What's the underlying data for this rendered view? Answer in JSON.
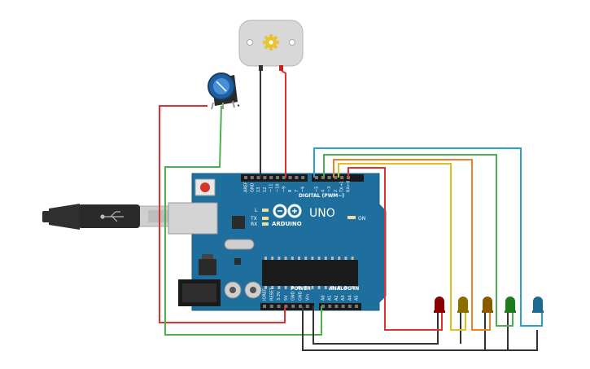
{
  "board": {
    "brand": "ARDUINO",
    "model": "UNO",
    "digital_label": "DIGITAL (PWM~)",
    "power_label": "POWER",
    "analog_label": "ANALOG IN",
    "on_label": "ON",
    "led_l": "L",
    "led_tx": "TX",
    "led_rx": "RX",
    "digital_pins": [
      "AREF",
      "GND",
      "13",
      "12",
      "~11",
      "~10",
      "~9",
      "8",
      "7",
      "~6",
      "~5",
      "4",
      "~3",
      "2",
      "TX→1",
      "RX←0"
    ],
    "power_pins": [
      "IOREF",
      "RESET",
      "3.3V",
      "5V",
      "GND",
      "GND",
      "Vin"
    ],
    "analog_pins": [
      "A0",
      "A1",
      "A2",
      "A3",
      "A4",
      "A5"
    ]
  },
  "components": {
    "motor": "dc-motor",
    "pot": "potentiometer",
    "usb": "usb-cable"
  },
  "leds": [
    {
      "color": "#8b0000"
    },
    {
      "color": "#8b6d00"
    },
    {
      "color": "#8b5a00"
    },
    {
      "color": "#1e7b1e"
    },
    {
      "color": "#1f6b8f"
    }
  ],
  "wire_colors": {
    "red": "#e03030",
    "black": "#333333",
    "green": "#4caf50",
    "yellow": "#e0c020",
    "orange": "#f08020",
    "blue": "#2aa0d0"
  }
}
